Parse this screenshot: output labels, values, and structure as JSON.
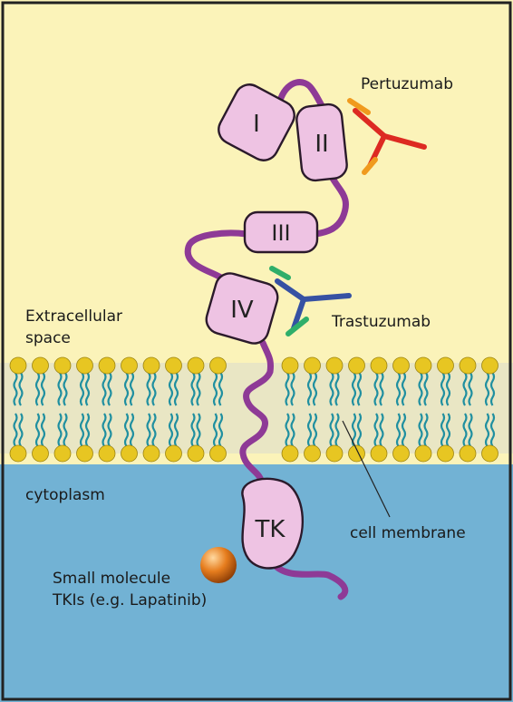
{
  "domains": [
    "I",
    "II",
    "III",
    "IV"
  ],
  "kinase_label": "TK",
  "labels": {
    "pertuzumab": "Pertuzumab",
    "trastuzumab": "Trastuzumab",
    "extracellular_line1": "Extracellular",
    "extracellular_line2": "space",
    "cytoplasm": "cytoplasm",
    "cell_membrane": "cell membrane",
    "small_molecule_line1": "Small molecule",
    "small_molecule_line2": "TKIs (e.g. Lapatinib)"
  },
  "colors": {
    "extracellular_bg": "#fbf3b9",
    "cytoplasm_bg": "#72b2d4",
    "membrane_band": "#e9e6c4",
    "lipid_head": "#e7c622",
    "lipid_tail": "#1f8fa0",
    "receptor_chain": "#8e3a96",
    "domain_fill": "#eec3e3",
    "domain_stroke": "#2b1a2b",
    "pertuzumab_heavy": "#dd2a22",
    "pertuzumab_light": "#f09a1e",
    "trastuzumab_heavy": "#3651a3",
    "trastuzumab_light": "#2fae6a",
    "drug_sphere": "#e67d1e",
    "frame": "#222222"
  }
}
